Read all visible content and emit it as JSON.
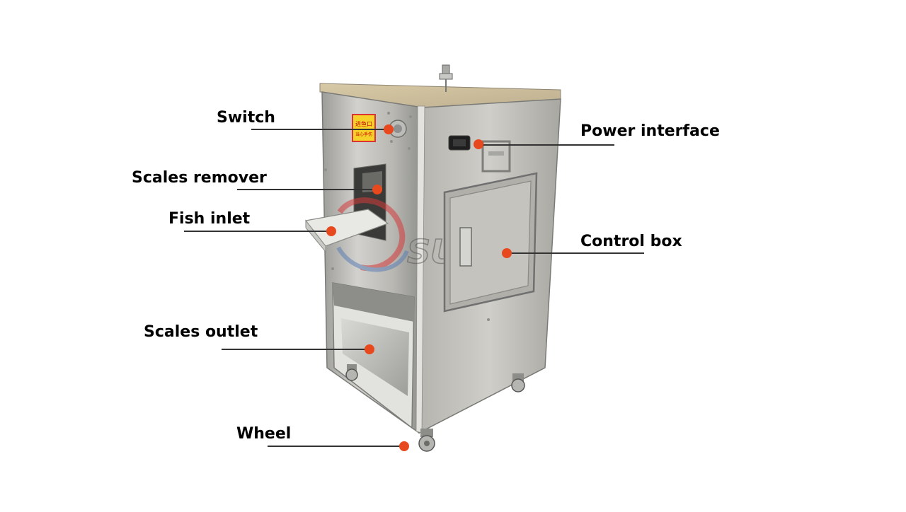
{
  "diagram": {
    "subject": "fish scale remover machine",
    "watermark_text": "SURE",
    "plate_texts": [
      "进鱼口",
      "当心手伤"
    ],
    "accent_color": "#e8481e",
    "leader_color": "#333333",
    "callouts": {
      "switch": "Switch",
      "scales_remover": "Scales remover",
      "fish_inlet": "Fish inlet",
      "scales_outlet": "Scales outlet",
      "wheel": "Wheel",
      "power_interface": "Power interface",
      "control_box": "Control box"
    }
  }
}
